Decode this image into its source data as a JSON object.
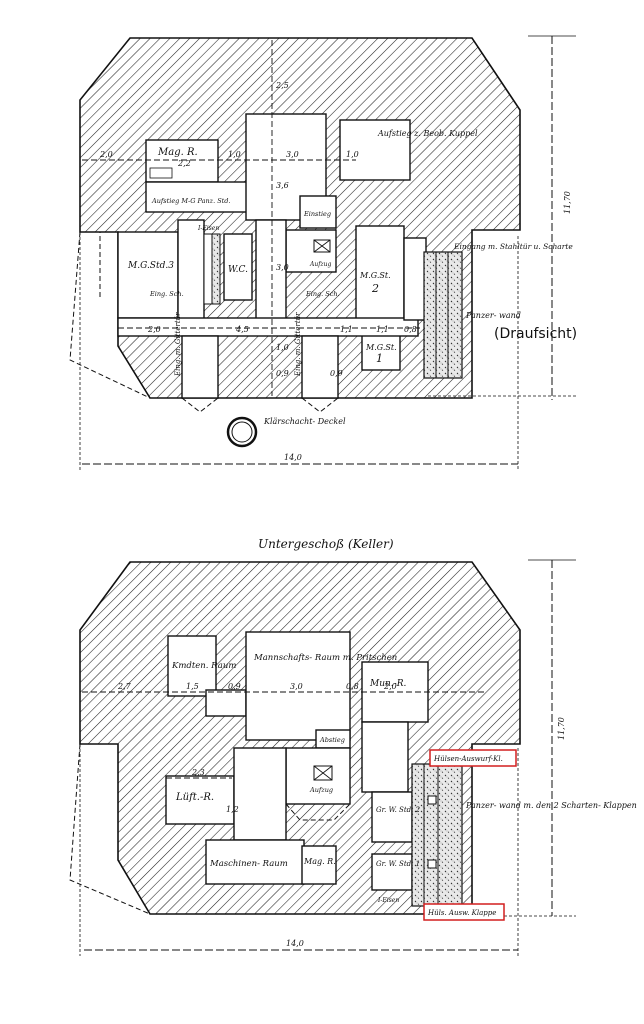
{
  "upper_plan": {
    "labels": {
      "mag_r": "Mag. R.",
      "aufstieg_mg_panz": "Aufstieg M-G Panz. Std.",
      "aufstieg_kuppel": "Aufstieg z. Beob. Kuppel",
      "einstieg": "Einstieg",
      "i_eisen": "I-Eisen",
      "mg_std3": "M.G.Std.3",
      "wc": "W.C.",
      "aufzug": "Aufzug",
      "mg_st2": "M.G.St.",
      "mg_st2_num": "2",
      "eing_sch_left": "Eing. Sch.",
      "eing_sch_mid": "Eing. Sch.",
      "mg_st1": "M.G.St.",
      "mg_st1_num": "1",
      "eingang": "Eingang m. Stahltür u. Scharte",
      "panzerwand": "Panzer- wand",
      "draufsicht": "(Draufsicht)",
      "gittertuer_left": "Eing. m. Gittertür",
      "gittertuer_right": "Eing. m. Gittertür",
      "klaerschacht": "Klärschacht- Deckel"
    },
    "dimensions": {
      "d2_0_top": "2,0",
      "d2_2": "2,2",
      "d1_0a": "1,0",
      "d3_0": "3,0",
      "d1_0b": "1,0",
      "d2_5": "2,5",
      "d3_6": "3,6",
      "d3_0v": "3,0",
      "d2_0_bot": "2,0",
      "d4_5": "4,5",
      "d1_1a": "1,1",
      "d1_1b": "1,1",
      "d0_8": "0,8",
      "d1_0c": "1,0",
      "d0_9a": "0,9",
      "d0_9b": "0,9",
      "height": "11,70",
      "width": "14,0"
    }
  },
  "title": "Untergeschoß (Keller)",
  "lower_plan": {
    "labels": {
      "kmdten_raum": "Kmdten. Raum",
      "mannschafts_raum": "Mannschafts- Raum m. Pritschen",
      "mun_r": "Mun.-R.",
      "abstieg": "Abstieg",
      "aufzug": "Aufzug",
      "luft_r": "Lüft.-R.",
      "gr_w_std2": "Gr. W. Std. 2",
      "gr_w_std1": "Gr. W. Std. 1",
      "i_eisen": "I-Eisen",
      "maschinen_raum": "Maschinen- Raum",
      "mag_r": "Mag. R.",
      "panzerwand_2": "Panzer- wand m. den 2 Scharten- Klappen",
      "huelsen_auswurf": "Hülsen-Auswurf-Kl.",
      "huels_ausw_klappe": "Hüls. Ausw. Klappe"
    },
    "dimensions": {
      "d2_7": "2,7",
      "d1_5": "1,5",
      "d0_9": "0,9",
      "d3_0": "3,0",
      "d0_8": "0,8",
      "d2_0": "2,0",
      "d2_3": "2,3",
      "d1_2": "1,2",
      "height": "11,70",
      "width": "14,0"
    }
  }
}
